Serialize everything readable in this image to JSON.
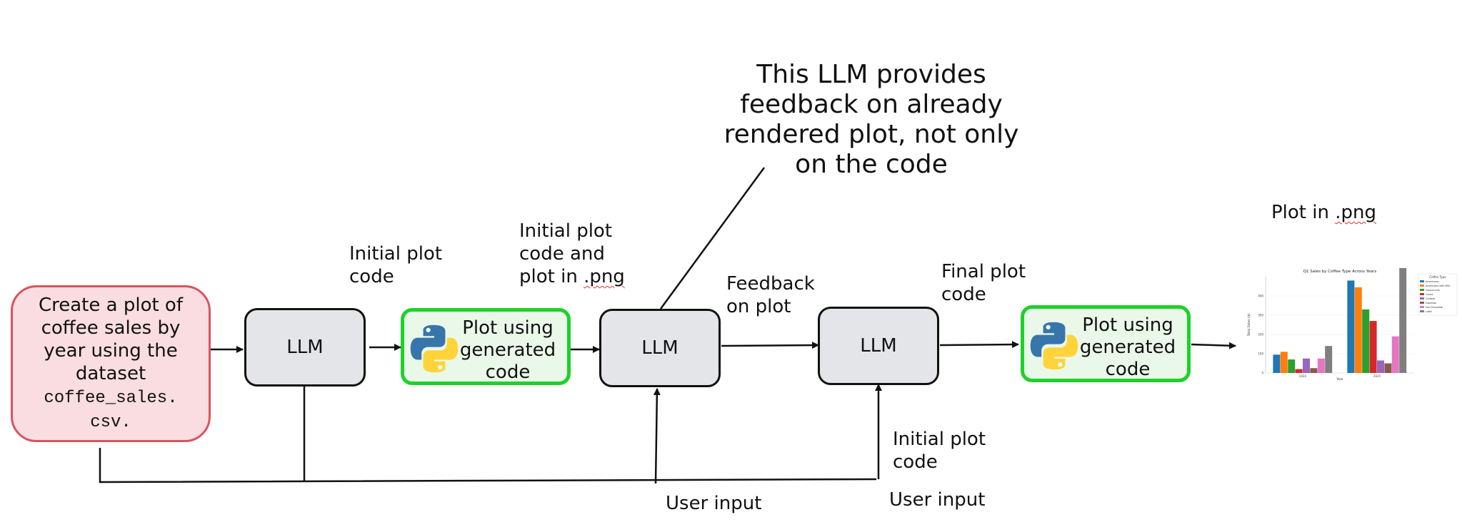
{
  "nodes": {
    "prompt": {
      "text": "Create a plot of coffee sales by year using the dataset",
      "file_line1": "coffee_sales.",
      "file_line2": "csv."
    },
    "llm1": {
      "label": "LLM"
    },
    "code1": {
      "label": "Plot using generated code",
      "icon": "python-logo-icon"
    },
    "llm2": {
      "label": "LLM"
    },
    "llm3": {
      "label": "LLM"
    },
    "code2": {
      "label": "Plot using generated code",
      "icon": "python-logo-icon"
    }
  },
  "edge_labels": {
    "initial_code": "Initial plot\ncode",
    "code_and_png_prefix": "Initial plot\ncode and\nplot in ",
    "png_ext": ".png",
    "feedback": "Feedback\non plot",
    "final_code": "Final plot\ncode",
    "initial_code_bottom": "Initial plot\ncode",
    "user_input_1": "User input",
    "user_input_2": "User input"
  },
  "annotation": {
    "callout": "This LLM provides feedback on already rendered plot, not only on the code"
  },
  "output": {
    "label_prefix": "Plot in ",
    "label_ext": ".png"
  },
  "colors": {
    "prompt_fill": "#f9dde0",
    "prompt_border": "#d9545e",
    "llm_fill": "#e4e5e9",
    "code_fill": "#eaf8ea",
    "code_border": "#1ed129",
    "spellcheck_underline": "#e0302a"
  },
  "chart_data": {
    "type": "bar",
    "title": "Q1 Sales by Coffee Type Across Years",
    "xlabel": "Year",
    "ylabel": "Total Sales ($)",
    "categories": [
      "2024",
      "2025"
    ],
    "ylim": [
      0,
      500
    ],
    "yticks": [
      0,
      100,
      200,
      300,
      400
    ],
    "legend_title": "Coffee Type",
    "legend_position": "right",
    "series": [
      {
        "name": "Americano",
        "color": "#1f77b4",
        "values": [
          95,
          480
        ]
      },
      {
        "name": "Americano with Milk",
        "color": "#ff7f0e",
        "values": [
          110,
          445
        ]
      },
      {
        "name": "Cappuccino",
        "color": "#2ca02c",
        "values": [
          70,
          330
        ]
      },
      {
        "name": "Cocoa",
        "color": "#d62728",
        "values": [
          20,
          270
        ]
      },
      {
        "name": "Cortado",
        "color": "#9467bd",
        "values": [
          75,
          65
        ]
      },
      {
        "name": "Espresso",
        "color": "#8c564b",
        "values": [
          25,
          50
        ]
      },
      {
        "name": "Hot Chocolate",
        "color": "#e377c2",
        "values": [
          75,
          190
        ]
      },
      {
        "name": "Latte",
        "color": "#7f7f7f",
        "values": [
          140,
          545
        ]
      }
    ]
  }
}
